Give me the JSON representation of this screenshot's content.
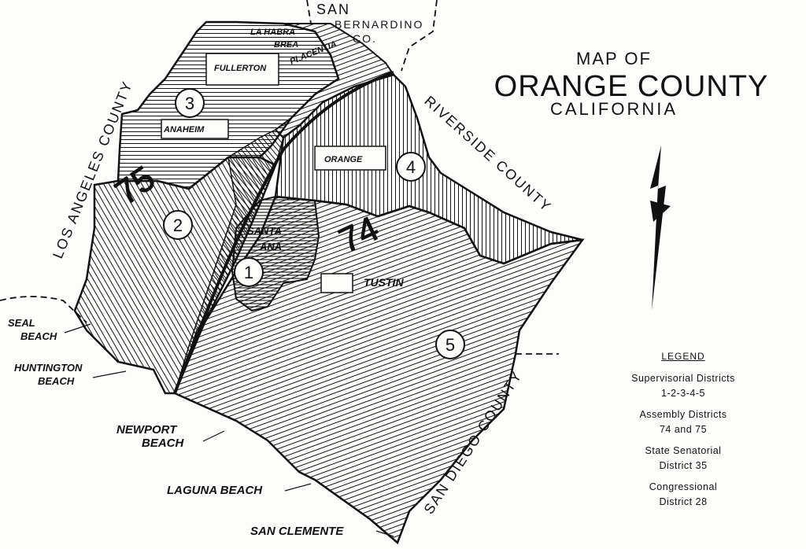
{
  "title": {
    "line1": "MAP OF",
    "line2": "ORANGE COUNTY",
    "line3": "CALIFORNIA"
  },
  "counties": {
    "san_bernardino_1": "SAN",
    "san_bernardino_2": "BERNARDINO",
    "san_bernardino_3": "CO.",
    "los_angeles": "LOS ANGELES COUNTY",
    "riverside": "RIVERSIDE COUNTY",
    "san_diego": "SAN DIEGO COUNTY"
  },
  "cities": {
    "la_habra": "LA HABRA",
    "brea": "BREA",
    "placentia": "PLACENTIA",
    "fullerton": "FULLERTON",
    "anaheim": "ANAHEIM",
    "orange": "ORANGE",
    "santa": "SANTA",
    "ana": "ANA",
    "tustin": "TUSTIN",
    "seal_1": "SEAL",
    "seal_2": "BEACH",
    "huntington_1": "HUNTINGTON",
    "huntington_2": "BEACH",
    "newport_1": "NEWPORT",
    "newport_2": "BEACH",
    "laguna": "LAGUNA BEACH",
    "san_clemente": "SAN CLEMENTE"
  },
  "supervisorial_districts": [
    "1",
    "2",
    "3",
    "4",
    "5"
  ],
  "assembly_districts": [
    "74",
    "75"
  ],
  "legend": {
    "header": "LEGEND",
    "item1_a": "Supervisorial Districts",
    "item1_b": "1-2-3-4-5",
    "item2_a": "Assembly Districts",
    "item2_b": "74 and 75",
    "item3_a": "State Senatorial",
    "item3_b": "District 35",
    "item4_a": "Congressional",
    "item4_b": "District 28"
  },
  "colors": {
    "ink": "#111111",
    "paper": "#fdfdfb"
  }
}
